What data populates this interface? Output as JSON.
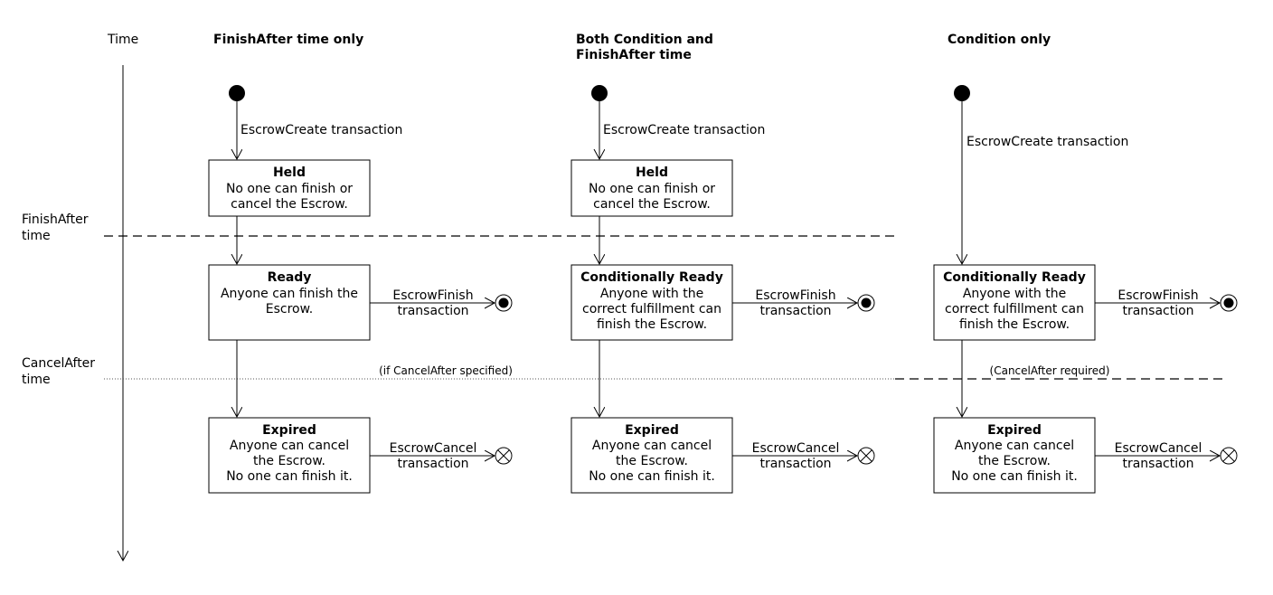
{
  "timeline": {
    "time_label": "Time",
    "finish_after_label": [
      "FinishAfter",
      "time"
    ],
    "cancel_after_label": [
      "CancelAfter",
      "time"
    ]
  },
  "columns": [
    {
      "title": [
        "FinishAfter time only"
      ],
      "create_label": "EscrowCreate transaction",
      "held": {
        "title": "Held",
        "lines": [
          "No one can finish or",
          "cancel the Escrow."
        ]
      },
      "ready": {
        "title": "Ready",
        "lines": [
          "Anyone can finish the",
          "Escrow."
        ]
      },
      "finish_label": [
        "EscrowFinish",
        "transaction"
      ],
      "cancel_note": "(if CancelAfter specified)",
      "expired": {
        "title": "Expired",
        "lines": [
          "Anyone can cancel",
          "the Escrow.",
          "No one can finish it."
        ]
      },
      "cancel_label": [
        "EscrowCancel",
        "transaction"
      ]
    },
    {
      "title": [
        "Both Condition and",
        "FinishAfter time"
      ],
      "create_label": "EscrowCreate transaction",
      "held": {
        "title": "Held",
        "lines": [
          "No one can finish or",
          "cancel the Escrow."
        ]
      },
      "ready": {
        "title": "Conditionally Ready",
        "lines": [
          "Anyone with the",
          "correct fulfillment can",
          "finish the Escrow."
        ]
      },
      "finish_label": [
        "EscrowFinish",
        "transaction"
      ],
      "expired": {
        "title": "Expired",
        "lines": [
          "Anyone can cancel",
          "the Escrow.",
          "No one can finish it."
        ]
      },
      "cancel_label": [
        "EscrowCancel",
        "transaction"
      ]
    },
    {
      "title": [
        "Condition only"
      ],
      "create_label": "EscrowCreate transaction",
      "ready": {
        "title": "Conditionally Ready",
        "lines": [
          "Anyone with the",
          "correct fulfillment can",
          "finish the Escrow."
        ]
      },
      "finish_label": [
        "EscrowFinish",
        "transaction"
      ],
      "cancel_note": "(CancelAfter required)",
      "expired": {
        "title": "Expired",
        "lines": [
          "Anyone can cancel",
          "the Escrow.",
          "No one can finish it."
        ]
      },
      "cancel_label": [
        "EscrowCancel",
        "transaction"
      ]
    }
  ]
}
